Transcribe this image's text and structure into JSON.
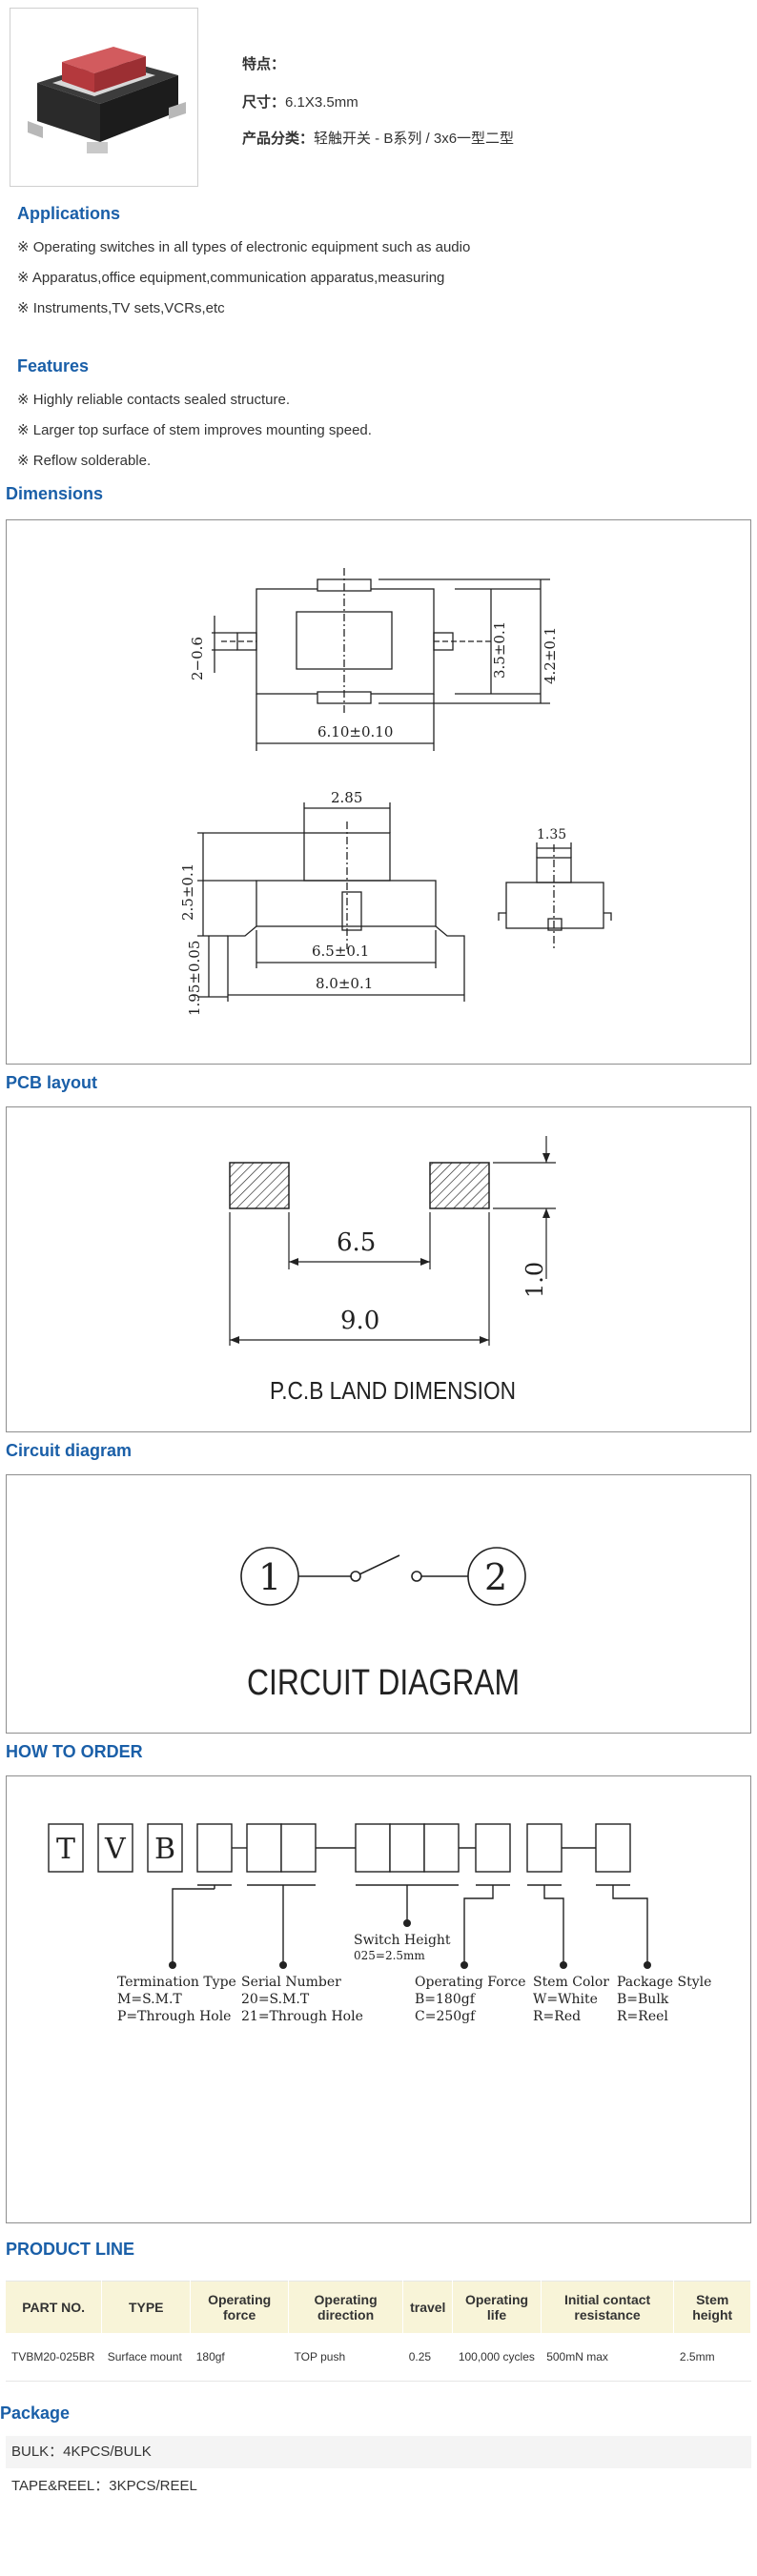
{
  "specs": {
    "features_label": "特点：",
    "size_label": "尺寸：",
    "size_value": "6.1X3.5mm",
    "category_label": "产品分类：",
    "category_value": "轻触开关 - B系列 / 3x6一型二型"
  },
  "applications": {
    "title": "Applications",
    "items": [
      "※ Operating switches in all types of electronic equipment such as audio",
      "※ Apparatus,office equipment,communication apparatus,measuring",
      "※ Instruments,TV sets,VCRs,etc"
    ]
  },
  "features": {
    "title": "Features",
    "items": [
      "※ Highly reliable contacts sealed structure.",
      "※ Larger top surface of stem improves mounting speed.",
      "※ Reflow solderable."
    ]
  },
  "dimensions": {
    "title": "Dimensions",
    "labels": {
      "width": "6.10±0.10",
      "h35": "3.5±0.1",
      "h42": "4.2±0.1",
      "pin": "2−0.6",
      "stem": "2.85",
      "side": "1.35",
      "h25": "2.5±0.1",
      "h195": "1.95±0.05",
      "w65": "6.5±0.1",
      "w80": "8.0±0.1"
    }
  },
  "pcb": {
    "title": "PCB layout",
    "inner": "6.5",
    "outer": "9.0",
    "pad": "1.0",
    "caption": "P.C.B LAND DIMENSION"
  },
  "circuit": {
    "title": "Circuit diagram",
    "left": "1",
    "right": "2",
    "caption": "CIRCUIT DIAGRAM"
  },
  "order": {
    "title": "HOW TO ORDER",
    "letters": [
      "T",
      "V",
      "B"
    ],
    "switch_height": [
      "Switch Height",
      "025=2.5mm"
    ],
    "termination": [
      "Termination Type",
      "M=S.M.T",
      "P=Through Hole"
    ],
    "serial": [
      "Serial Number",
      "20=S.M.T",
      "21=Through Hole"
    ],
    "force": [
      "Operating Force",
      "B=180gf",
      "C=250gf"
    ],
    "stem_color": [
      "Stem Color",
      "W=White",
      "R=Red"
    ],
    "package": [
      "Package Style",
      "B=Bulk",
      "R=Reel"
    ]
  },
  "product_line": {
    "title": "PRODUCT LINE",
    "headers": [
      "PART NO.",
      "TYPE",
      "Operating force",
      "Operating direction",
      "travel",
      "Operating life",
      "Initial contact resistance",
      "Stem height"
    ],
    "row": [
      "TVBM20-025BR",
      "Surface mount",
      "180gf",
      "TOP push",
      "0.25",
      "100,000 cycles",
      "500mN max",
      "2.5mm"
    ]
  },
  "package": {
    "title": "Package",
    "bulk": "BULK：4KPCS/BULK",
    "reel": "TAPE&REEL：3KPCS/REEL"
  },
  "colors": {
    "heading": "#1a5fa8",
    "table_header": "#f8f4d8",
    "stem_red": "#c2474a"
  }
}
